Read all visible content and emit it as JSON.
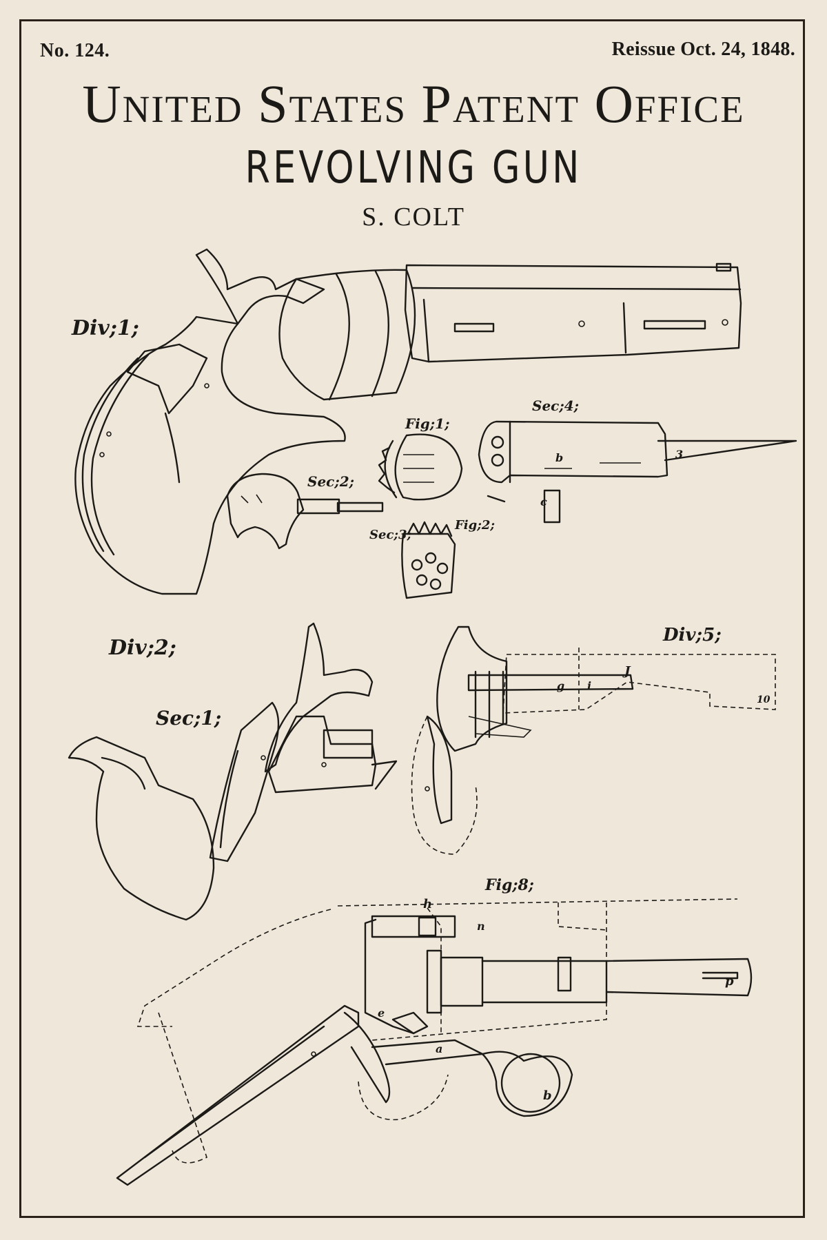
{
  "header": {
    "patent_number": "No. 124.",
    "reissue_date": "Reissue Oct. 24, 1848.",
    "office": "United States Patent Office",
    "title": "REVOLVING GUN",
    "inventor": "S. COLT"
  },
  "figures": {
    "div1": "Div;1;",
    "fig1": "Fig;1;",
    "sec4": "Sec;4;",
    "sec2": "Sec;2;",
    "sec3": "Sec;3;",
    "fig2": "Fig;2;",
    "div2": "Div;2;",
    "sec1": "Sec;1;",
    "div5": "Div;5;",
    "fig8": "Fig;8;"
  },
  "part_letters": {
    "b": "b",
    "c": "c",
    "g": "g",
    "j": "J",
    "i": "i",
    "ten": "10",
    "h": "h",
    "n": "n",
    "p": "p",
    "a": "a",
    "e": "e",
    "three": "3"
  }
}
